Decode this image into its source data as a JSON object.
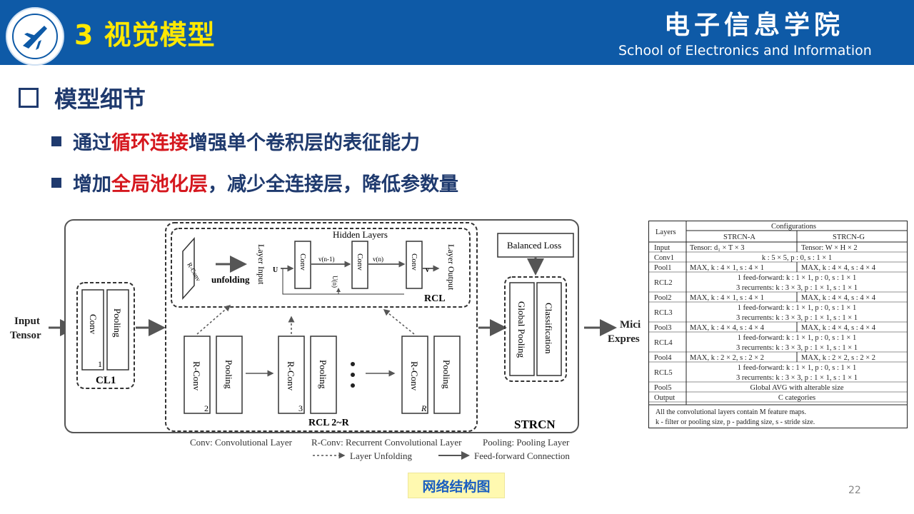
{
  "header": {
    "title": "3 视觉模型",
    "school_cn": "电子信息学院",
    "school_en": "School of Electronics and Information"
  },
  "section": {
    "heading": "模型细节"
  },
  "bullets": [
    {
      "pre": "通过",
      "red": "循环连接",
      "post": "增强单个卷积层的表征能力"
    },
    {
      "pre": "增加",
      "red": "全局池化层",
      "post": "，减少全连接层，降低参数量"
    }
  ],
  "diagram": {
    "input_line1": "Input",
    "input_line2": "Tensor",
    "conv": "Conv",
    "pooling": "Pooling",
    "cl1_num": "1",
    "cl1": "CL1",
    "hidden_layers": "Hidden Layers",
    "r_conv": "R-Conv",
    "unfolding": "unfolding",
    "layer_input": "Layer Input",
    "layer_output": "Layer Output",
    "u_label": "U",
    "v1": "v(n-1)",
    "vn": "v(n)",
    "u_n": "U(n)",
    "v_label": "v",
    "rcl": "RCL",
    "balanced_loss": "Balanced Loss",
    "global_pooling": "Global Pooling",
    "classification": "Classification",
    "rcl_num_2": "2",
    "rcl_num_3": "3",
    "rcl_num_r": "R",
    "rcl_range": "RCL 2~R",
    "strcn": "STRCN",
    "output_line1": "Mici",
    "output_line2": "Expres",
    "legend_conv": "Conv: Convolutional Layer",
    "legend_rconv": "R-Conv: Recurrent Convolutional Layer",
    "legend_pool": "Pooling: Pooling Layer",
    "legend_unfold": "Layer Unfolding",
    "legend_ff": "Feed-forward Connection"
  },
  "table": {
    "h_layers": "Layers",
    "h_config": "Configurations",
    "h_a": "STRCN-A",
    "h_g": "STRCN-G",
    "rows": [
      {
        "layer": "Input",
        "a": "Tensor: d₁ × T × 3",
        "g": "Tensor: W × H × 2"
      },
      {
        "layer": "Conv1",
        "both": "k : 5 × 5, p : 0, s : 1 × 1"
      },
      {
        "layer": "Pool1",
        "a": "MAX, k : 4 × 1, s : 4 × 1",
        "g": "MAX, k : 4 × 4, s : 4 × 4"
      },
      {
        "layer": "RCL2",
        "both": "1 feed-forward: k : 1 × 1, p : 0, s : 1 × 1",
        "both2": "3 recurrents: k : 3 × 3, p : 1 × 1, s : 1 × 1"
      },
      {
        "layer": "Pool2",
        "a": "MAX, k : 4 × 1, s : 4 × 1",
        "g": "MAX, k : 4 × 4, s : 4 × 4"
      },
      {
        "layer": "RCL3",
        "both": "1 feed-forward: k : 1 × 1, p : 0, s : 1 × 1",
        "both2": "3 recurrents: k : 3 × 3, p : 1 × 1, s : 1 × 1"
      },
      {
        "layer": "Pool3",
        "a": "MAX, k : 4 × 4, s : 4 × 4",
        "g": "MAX, k : 4 × 4, s : 4 × 4"
      },
      {
        "layer": "RCL4",
        "both": "1 feed-forward: k : 1 × 1, p : 0, s : 1 × 1",
        "both2": "3 recurrents: k : 3 × 3, p : 1 × 1, s : 1 × 1"
      },
      {
        "layer": "Pool4",
        "a": "MAX, k : 2 × 2, s : 2 × 2",
        "g": "MAX, k : 2 × 2, s : 2 × 2"
      },
      {
        "layer": "RCL5",
        "both": "1 feed-forward: k : 1 × 1, p : 0, s : 1 × 1",
        "both2": "3 recurrents: k : 3 × 3, p : 1 × 1, s : 1 × 1"
      },
      {
        "layer": "Pool5",
        "both": "Global AVG with alterable size"
      },
      {
        "layer": "Output",
        "both": "C categories"
      }
    ],
    "note1": "All the convolutional layers contain M feature maps.",
    "note2": "k - filter or pooling size, p - padding size, s - stride size."
  },
  "caption": "网络结构图",
  "page_number": "22"
}
